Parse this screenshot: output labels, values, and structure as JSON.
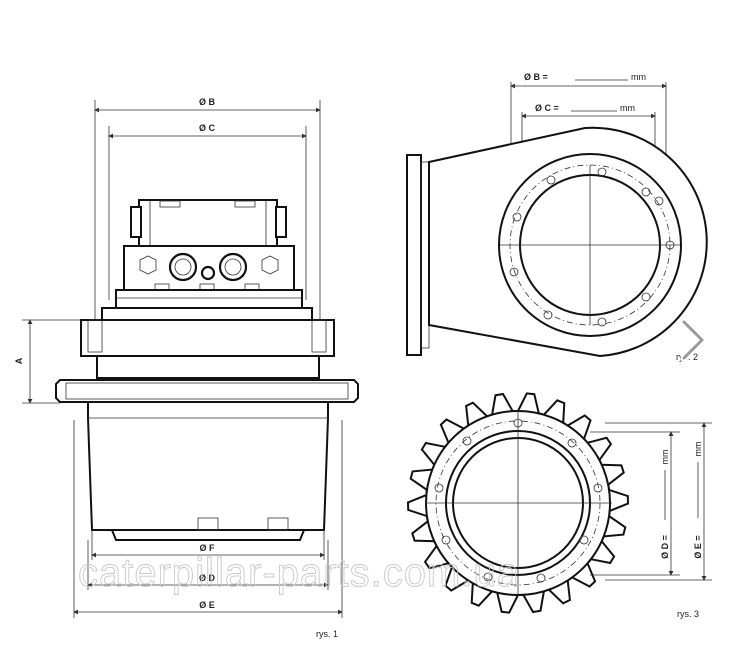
{
  "figure1": {
    "dim_b": "Ø B",
    "dim_c": "Ø C",
    "dim_a": "A",
    "dim_f": "Ø F",
    "dim_d": "Ø D",
    "dim_e": "Ø E",
    "caption": "rys. 1"
  },
  "figure2": {
    "dim_b": "Ø B =",
    "dim_b_unit": "mm",
    "dim_c": "Ø C =",
    "dim_c_unit": "mm",
    "caption": "rys. 2"
  },
  "figure3": {
    "dim_d": "Ø D =",
    "dim_d_unit": "mm",
    "dim_e": "Ø E =",
    "dim_e_unit": "mm",
    "caption": "rys. 3"
  },
  "watermark": "caterpillar-parts.com.ua",
  "nav": {
    "icon": "chevron-right-icon"
  }
}
